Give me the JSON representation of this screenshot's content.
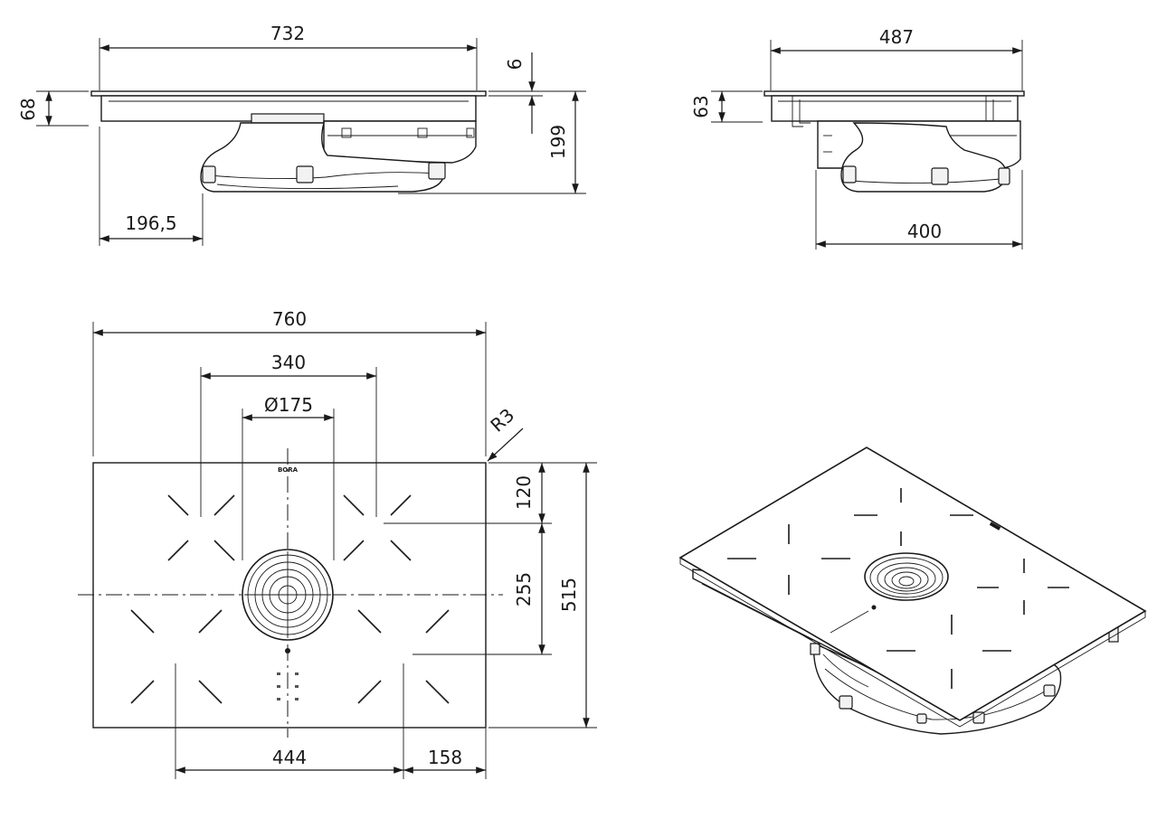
{
  "drawing": {
    "side_view": {
      "width_label": "732",
      "height_label": "68",
      "glass_label": "6",
      "depth_label": "199",
      "offset_label": "196,5"
    },
    "front_view": {
      "width_label": "487",
      "height_label": "63",
      "bottom_label": "400"
    },
    "top_view": {
      "width_label": "760",
      "span_label": "340",
      "diameter_label": "Ø175",
      "radius_label": "R3",
      "top_offset_label": "120",
      "mid_label": "255",
      "depth_label": "515",
      "bottom_left_label": "444",
      "bottom_right_label": "158",
      "brand_mark": "BORA"
    }
  }
}
